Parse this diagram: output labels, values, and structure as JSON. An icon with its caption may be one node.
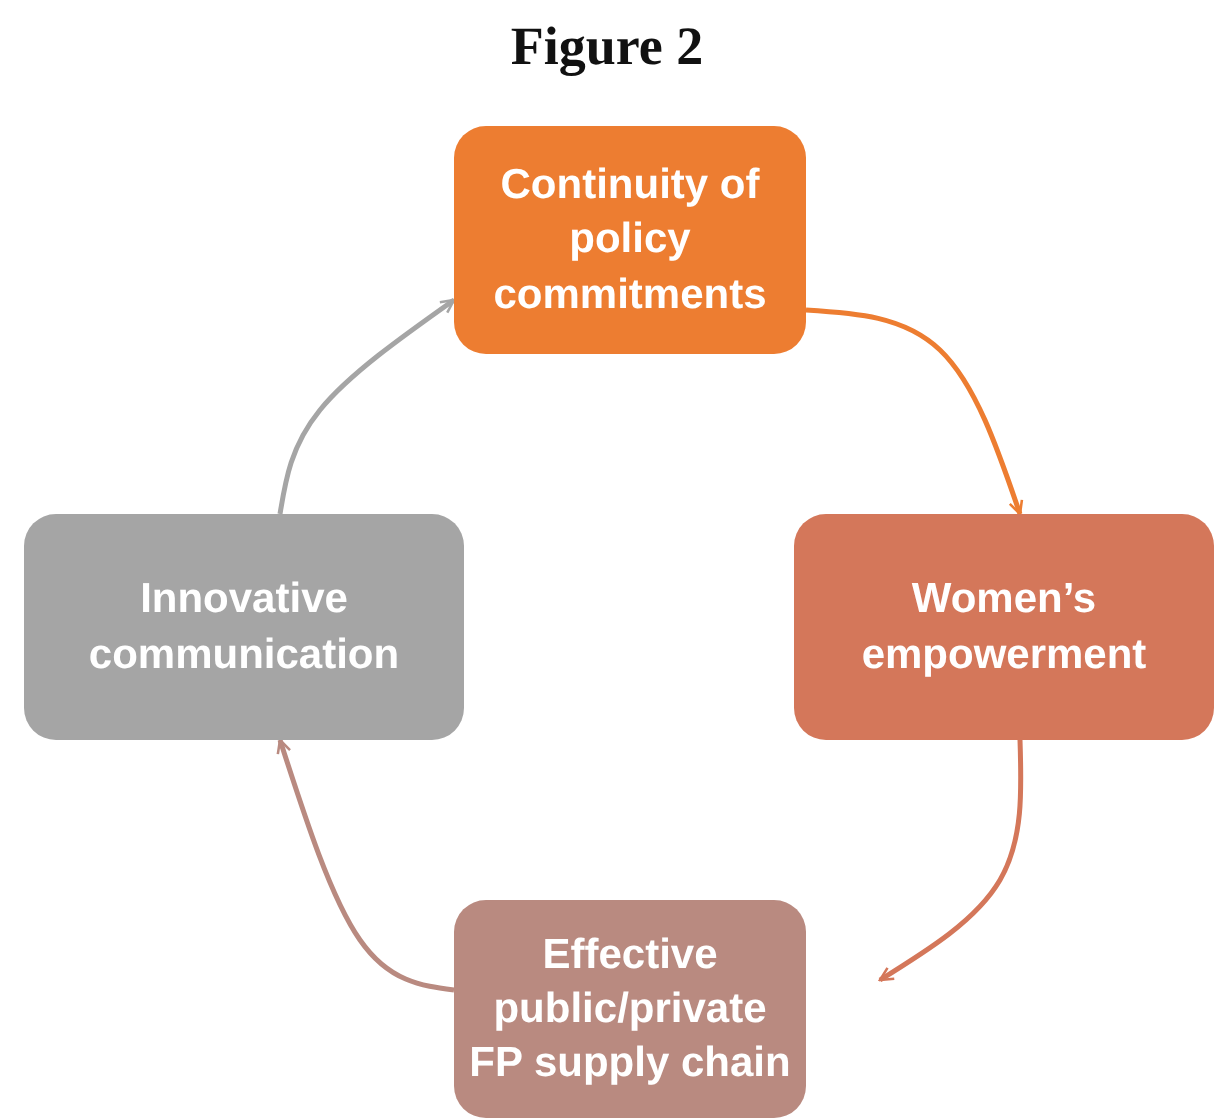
{
  "diagram": {
    "title": "Figure 2",
    "nodes": [
      {
        "text": [
          "Continuity of policy commitments"
        ]
      },
      {
        "text": [
          "Women’s empowerment"
        ]
      },
      {
        "text": [
          "Effective public/private FP supply chain"
        ]
      },
      {
        "text": [
          "Innovative communication"
        ]
      }
    ],
    "edges": [
      {
        "from": 0,
        "to": 1,
        "arrow": "to",
        "color": "#ed7d31"
      },
      {
        "from": 1,
        "to": 2,
        "arrow": "to",
        "color": "#d4775a"
      },
      {
        "from": 2,
        "to": 3,
        "arrow": "to",
        "color": "#b98a80"
      },
      {
        "from": 3,
        "to": 0,
        "arrow": "to",
        "color": "#a5a5a5"
      }
    ]
  }
}
